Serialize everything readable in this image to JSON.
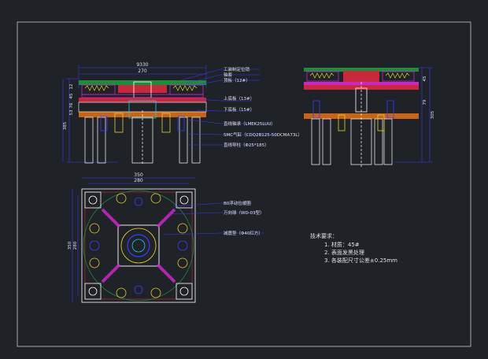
{
  "front_view": {
    "dim_total_width": "9330",
    "dim_inner_width": "270",
    "dims_left": [
      "12",
      "45",
      "76",
      "53",
      "385"
    ],
    "callouts": [
      "工装制定位销",
      "轴套",
      "顶板（12#）",
      "上底板（13#）",
      "下底板（15#）",
      "直线轴承（LMEK25LUU）",
      "SMC气缸（CDQ2B125-50DCMA73L）",
      "直线导柱（Φ25*185）"
    ]
  },
  "side_view": {
    "dims_right": [
      "45",
      "79",
      "305"
    ]
  },
  "top_view": {
    "dim_outer": "350",
    "dim_inner": "280",
    "dims_left": [
      "350",
      "280"
    ],
    "callouts": [
      "B0浮动位缓圈",
      "万向球（WD-03型）",
      "减震垫（Φ40红方）"
    ]
  },
  "tech_notes": {
    "title": "技术要求：",
    "items": [
      "1. 材质：45#",
      "2. 表面发黑处理",
      "3. 各装配尺寸公差±0.25mm"
    ]
  },
  "colors": {
    "background": "#1f2227",
    "frame": "#c8c8c8",
    "dimension": "#3b3bff",
    "structure": "#ffffff",
    "plate_green": "#1e8c3c",
    "plate_red": "#c8283c",
    "plate_orange": "#c86414",
    "magenta": "#c828c8",
    "cyan": "#28c8dc",
    "yellow": "#e6d228"
  }
}
